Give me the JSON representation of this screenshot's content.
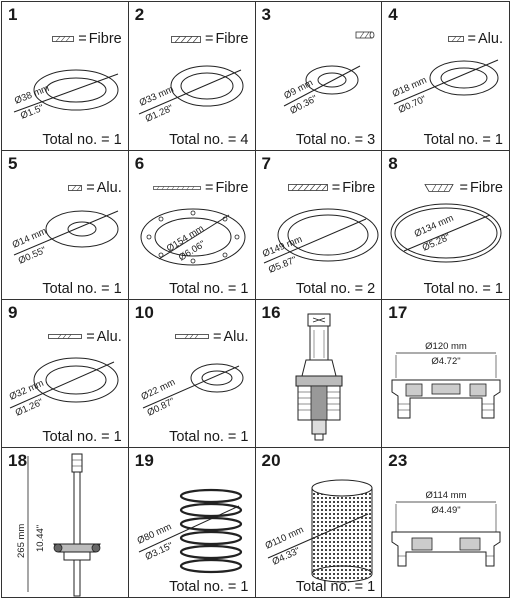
{
  "cells": [
    {
      "id": "1",
      "material": "Fibre",
      "dia_mm": "Ø38 mm",
      "dia_in": "Ø1.5\"",
      "total": "Total no. = 1"
    },
    {
      "id": "2",
      "material": "Fibre",
      "dia_mm": "Ø33 mm",
      "dia_in": "Ø1.28\"",
      "total": "Total no. = 4"
    },
    {
      "id": "3",
      "material": "",
      "dia_mm": "Ø9 mm",
      "dia_in": "Ø0.36\"",
      "total": "Total no. = 3"
    },
    {
      "id": "4",
      "material": "Alu.",
      "dia_mm": "Ø18 mm",
      "dia_in": "Ø0.70\"",
      "total": "Total no. = 1"
    },
    {
      "id": "5",
      "material": "Alu.",
      "dia_mm": "Ø14 mm",
      "dia_in": "Ø0.55\"",
      "total": "Total no. = 1"
    },
    {
      "id": "6",
      "material": "Fibre",
      "dia_mm": "Ø154 mm",
      "dia_in": "Ø6.06\"",
      "total": "Total no. = 1"
    },
    {
      "id": "7",
      "material": "Fibre",
      "dia_mm": "Ø149 mm",
      "dia_in": "Ø5.87\"",
      "total": "Total no. = 2"
    },
    {
      "id": "8",
      "material": "Fibre",
      "dia_mm": "Ø134 mm",
      "dia_in": "Ø5.28\"",
      "total": "Total no. = 1"
    },
    {
      "id": "9",
      "material": "Alu.",
      "dia_mm": "Ø32 mm",
      "dia_in": "Ø1.26\"",
      "total": "Total no. = 1"
    },
    {
      "id": "10",
      "material": "Alu.",
      "dia_mm": "Ø22 mm",
      "dia_in": "Ø0.87\"",
      "total": "Total no. = 1"
    },
    {
      "id": "16",
      "material": "",
      "dia_mm": "",
      "dia_in": "",
      "total": ""
    },
    {
      "id": "17",
      "material": "",
      "dia_mm": "Ø120 mm",
      "dia_in": "Ø4.72\"",
      "total": ""
    },
    {
      "id": "18",
      "material": "",
      "dia_mm": "265 mm",
      "dia_in": "10.44\"",
      "total": ""
    },
    {
      "id": "19",
      "material": "",
      "dia_mm": "Ø80 mm",
      "dia_in": "Ø3.15\"",
      "total": "Total no. = 1"
    },
    {
      "id": "20",
      "material": "",
      "dia_mm": "Ø110 mm",
      "dia_in": "Ø4.33\"",
      "total": "Total no. = 1"
    },
    {
      "id": "23",
      "material": "",
      "dia_mm": "Ø114 mm",
      "dia_in": "Ø4.49\"",
      "total": ""
    }
  ],
  "eq_sign": "="
}
